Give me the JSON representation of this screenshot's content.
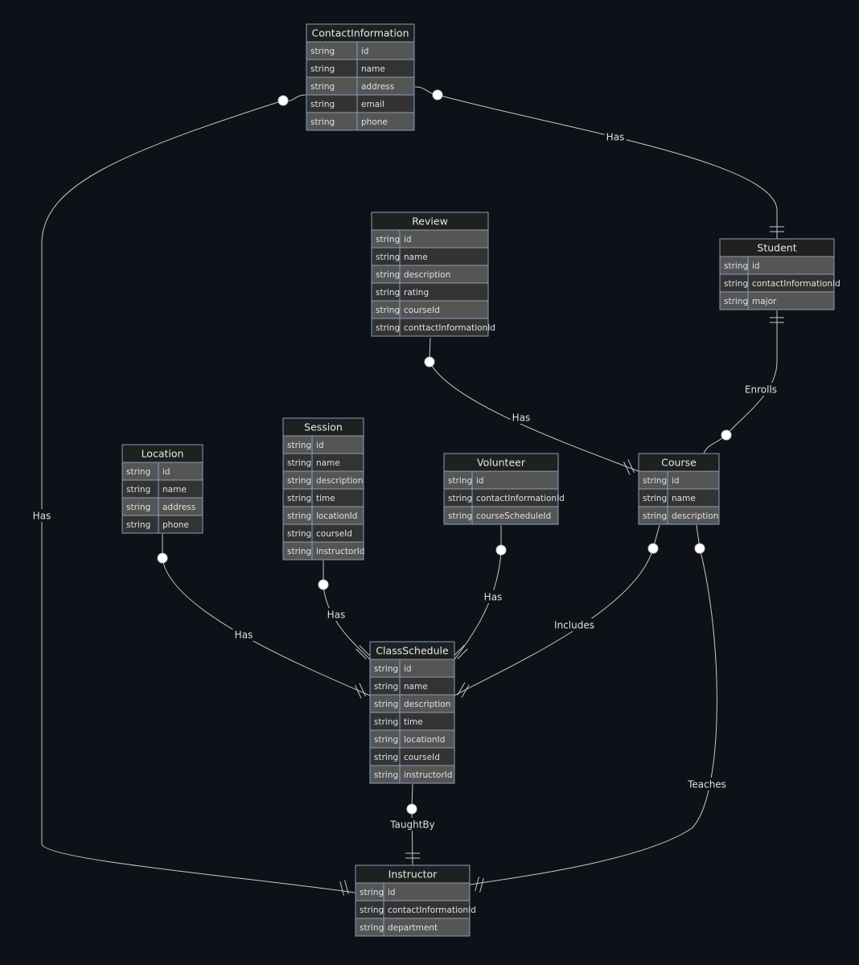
{
  "entities": [
    {
      "name": "ContactInformation",
      "attributes": [
        [
          "string",
          "id"
        ],
        [
          "string",
          "name"
        ],
        [
          "string",
          "address"
        ],
        [
          "string",
          "email"
        ],
        [
          "string",
          "phone"
        ]
      ]
    },
    {
      "name": "Review",
      "attributes": [
        [
          "string",
          "id"
        ],
        [
          "string",
          "name"
        ],
        [
          "string",
          "description"
        ],
        [
          "string",
          "rating"
        ],
        [
          "string",
          "courseId"
        ],
        [
          "string",
          "conttactInformationId"
        ]
      ]
    },
    {
      "name": "Student",
      "attributes": [
        [
          "string",
          "id"
        ],
        [
          "string",
          "contactInformationId"
        ],
        [
          "string",
          "major"
        ]
      ]
    },
    {
      "name": "Location",
      "attributes": [
        [
          "string",
          "id"
        ],
        [
          "string",
          "name"
        ],
        [
          "string",
          "address"
        ],
        [
          "string",
          "phone"
        ]
      ]
    },
    {
      "name": "Session",
      "attributes": [
        [
          "string",
          "id"
        ],
        [
          "string",
          "name"
        ],
        [
          "string",
          "description"
        ],
        [
          "string",
          "time"
        ],
        [
          "string",
          "locationId"
        ],
        [
          "string",
          "courseId"
        ],
        [
          "string",
          "instructorId"
        ]
      ]
    },
    {
      "name": "Volunteer",
      "attributes": [
        [
          "string",
          "id"
        ],
        [
          "string",
          "contactInformationId"
        ],
        [
          "string",
          "courseScheduleId"
        ]
      ]
    },
    {
      "name": "Course",
      "attributes": [
        [
          "string",
          "id"
        ],
        [
          "string",
          "name"
        ],
        [
          "string",
          "description"
        ]
      ]
    },
    {
      "name": "ClassSchedule",
      "attributes": [
        [
          "string",
          "id"
        ],
        [
          "string",
          "name"
        ],
        [
          "string",
          "description"
        ],
        [
          "string",
          "time"
        ],
        [
          "string",
          "locationId"
        ],
        [
          "string",
          "courseId"
        ],
        [
          "string",
          "instructorId"
        ]
      ]
    },
    {
      "name": "Instructor",
      "attributes": [
        [
          "string",
          "id"
        ],
        [
          "string",
          "contactInformationId"
        ],
        [
          "string",
          "department"
        ]
      ]
    }
  ],
  "relationships": [
    {
      "from": "ContactInformation",
      "to": "Instructor",
      "label": "Has"
    },
    {
      "from": "ContactInformation",
      "to": "Student",
      "label": "Has"
    },
    {
      "from": "Review",
      "to": "Course",
      "label": "Has"
    },
    {
      "from": "Course",
      "to": "Student",
      "label": "Enrolls"
    },
    {
      "from": "Location",
      "to": "ClassSchedule",
      "label": "Has"
    },
    {
      "from": "Session",
      "to": "ClassSchedule",
      "label": "Has"
    },
    {
      "from": "Volunteer",
      "to": "ClassSchedule",
      "label": "Has"
    },
    {
      "from": "Course",
      "to": "ClassSchedule",
      "label": "Includes"
    },
    {
      "from": "Course",
      "to": "Instructor",
      "label": "Teaches"
    },
    {
      "from": "ClassSchedule",
      "to": "Instructor",
      "label": "TaughtBy"
    }
  ],
  "colors": {
    "background": "#0e1117",
    "header": "#1f2020",
    "row_odd": "#555555",
    "row_even": "#333333",
    "border": "#81a1c1",
    "line": "#c8c8c8"
  }
}
